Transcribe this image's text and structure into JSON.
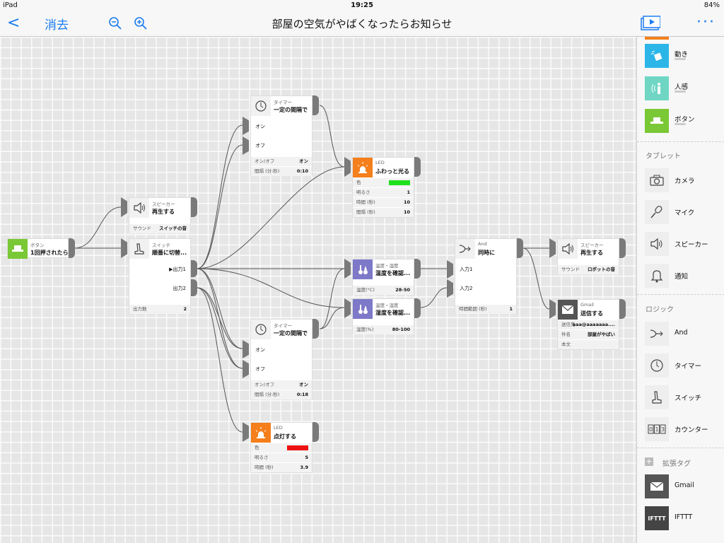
{
  "status": {
    "device": "iPad",
    "time": "19:25",
    "battery": "84%"
  },
  "nav": {
    "back": "<",
    "undo": "消去",
    "title": "部屋の空気がやばくなったらお知らせ",
    "more": "···"
  },
  "nodes": {
    "button": {
      "type": "ボタン",
      "name": "1回押されたら"
    },
    "speaker1": {
      "type": "スピーカー",
      "name": "再生する",
      "prop_label": "サウンド",
      "prop_value": "スイッチの音"
    },
    "switch": {
      "type": "スイッチ",
      "name": "順番に切替...",
      "out1": "▶出力1",
      "out2": "出力2",
      "prop_label": "出力数",
      "prop_value": "2"
    },
    "timer1": {
      "type": "タイマー",
      "name": "一定の間隔で",
      "on": "オン",
      "off": "オフ",
      "p1_label": "オン/オフ",
      "p1_value": "オン",
      "p2_label": "間隔 (分:秒)",
      "p2_value": "0:10"
    },
    "led1": {
      "type": "LED",
      "name": "ふわっと光る",
      "color_label": "色",
      "color": "#1fe01f",
      "p1_label": "明るさ",
      "p1_value": "1",
      "p2_label": "時間 (秒)",
      "p2_value": "10",
      "p3_label": "間隔 (秒)",
      "p3_value": "10"
    },
    "temp1": {
      "type": "温度・湿度",
      "name": "温度を確認...",
      "prop_label": "温度(°C)",
      "prop_value": "28-50"
    },
    "temp2": {
      "type": "温度・湿度",
      "name": "湿度を確認...",
      "prop_label": "湿度(%)",
      "prop_value": "80-100"
    },
    "timer2": {
      "type": "タイマー",
      "name": "一定の間隔で",
      "on": "オン",
      "off": "オフ",
      "p1_label": "オン/オフ",
      "p1_value": "オン",
      "p2_label": "間隔 (分:秒)",
      "p2_value": "0:18"
    },
    "led2": {
      "type": "LED",
      "name": "点灯する",
      "color_label": "色",
      "color": "#ee1111",
      "p1_label": "明るさ",
      "p1_value": "5",
      "p2_label": "時間 (秒)",
      "p2_value": "3.9"
    },
    "and": {
      "type": "And",
      "name": "同時に",
      "in1": "入力1",
      "in2": "入力2",
      "prop_label": "時間範囲 (秒)",
      "prop_value": "1"
    },
    "speaker2": {
      "type": "スピーカー",
      "name": "再生する",
      "prop_label": "サウンド",
      "prop_value": "ロボットの音"
    },
    "gmail": {
      "type": "Gmail",
      "name": "送信する",
      "p1_label": "送信先",
      "p1_value": "aaa@aaaaaaa....",
      "p2_label": "件名",
      "p2_value": "部屋がやばい",
      "p3_label": "本文",
      "p3_value": ""
    }
  },
  "sidebar": {
    "top_items": [
      {
        "label": "動き",
        "color": "#2cb6e8"
      },
      {
        "label": "人感",
        "color": "#6fd6c4"
      },
      {
        "label": "ボタン",
        "color": "#7ac835"
      }
    ],
    "tablet_header": "タブレット",
    "tablet_items": [
      {
        "label": "カメラ"
      },
      {
        "label": "マイク"
      },
      {
        "label": "スピーカー"
      },
      {
        "label": "通知"
      }
    ],
    "logic_header": "ロジック",
    "logic_items": [
      {
        "label": "And"
      },
      {
        "label": "タイマー"
      },
      {
        "label": "スイッチ"
      },
      {
        "label": "カウンター"
      }
    ],
    "ext_header": "拡張タグ",
    "ext_items": [
      {
        "label": "Gmail"
      },
      {
        "label": "IFTTT",
        "icon_text": "IFTTT"
      }
    ]
  }
}
